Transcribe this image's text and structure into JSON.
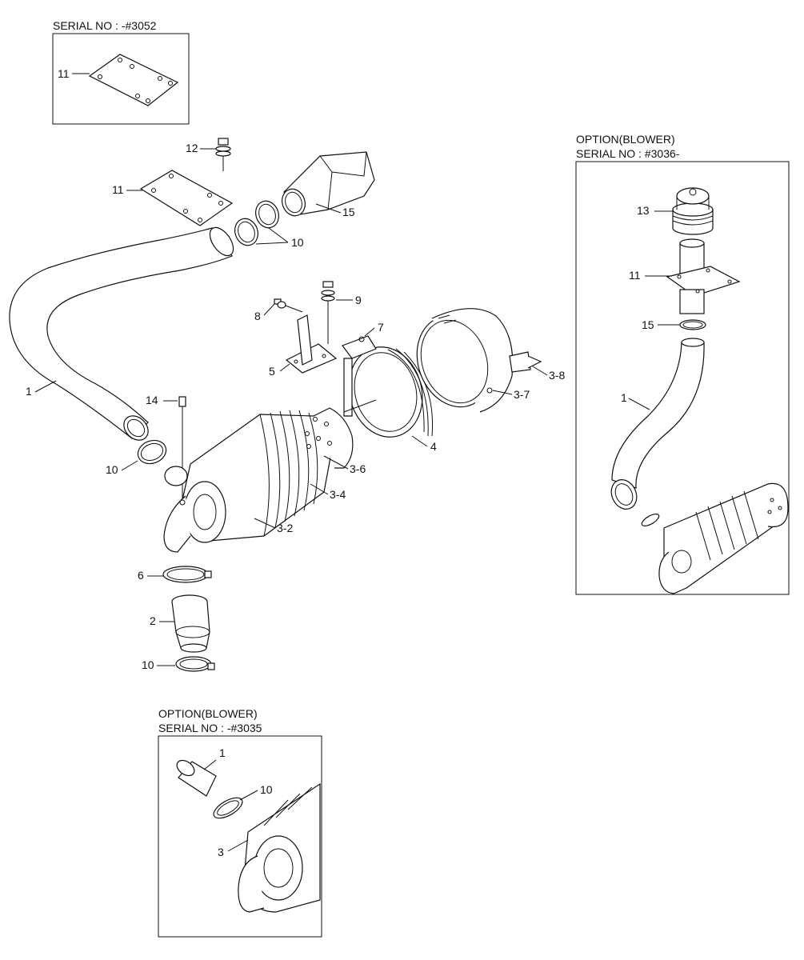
{
  "insets": {
    "top_left": {
      "title": "SERIAL NO : -#3052",
      "label_11": "11"
    },
    "right": {
      "title_1": "OPTION(BLOWER)",
      "title_2": "SERIAL NO : #3036-",
      "label_13": "13",
      "label_11": "11",
      "label_15": "15",
      "label_1": "1"
    },
    "bottom": {
      "title_1": "OPTION(BLOWER)",
      "title_2": "SERIAL NO : -#3035",
      "label_1": "1",
      "label_10": "10",
      "label_3": "3"
    }
  },
  "main": {
    "labels": {
      "p12": "12",
      "p11": "11",
      "p15": "15",
      "p10a": "10",
      "p9": "9",
      "p8": "8",
      "p7": "7",
      "p5": "5",
      "p1": "1",
      "p14": "14",
      "p3_8": "3-8",
      "p3_7": "3-7",
      "p4": "4",
      "p3_6": "3-6",
      "p10b": "10",
      "p3_4": "3-4",
      "p3_2": "3-2",
      "p6": "6",
      "p2": "2",
      "p10c": "10"
    }
  }
}
